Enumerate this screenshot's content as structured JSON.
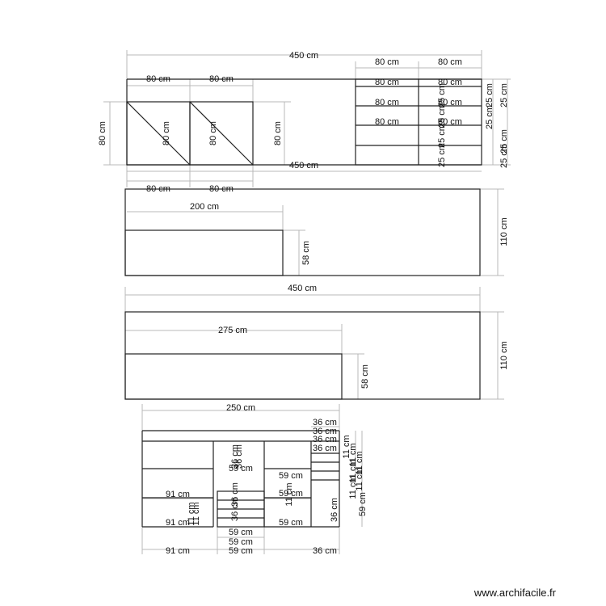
{
  "credit": "www.archifacile.fr",
  "colors": {
    "wall": "#222222",
    "dimension": "#b8b8b8",
    "text": "#111111"
  },
  "plans": [
    {
      "name": "wall-with-doors-and-drawers",
      "labels": {
        "top_total": "450 cm",
        "door_widths_top": [
          "80 cm",
          "80 cm"
        ],
        "door_widths_bottom": [
          "80 cm",
          "80 cm"
        ],
        "left_height": "80 cm",
        "door_heights": [
          "80 cm",
          "80 cm"
        ],
        "mid_height": "80 cm",
        "inner_width": "450 cm",
        "drawer_widths_top": [
          "80 cm",
          "80 cm"
        ],
        "drawer_widths_rows": [
          "80 cm",
          "80 cm",
          "80 cm",
          "80 cm",
          "80 cm",
          "80 cm"
        ],
        "drawer_heights": [
          "25 cm",
          "25 cm",
          "25 cm",
          "25 cm",
          "25 cm",
          "25 cm",
          "25 cm",
          "25 cm",
          "25 cm"
        ]
      }
    },
    {
      "name": "worktop-200",
      "labels": {
        "inner_width": "200 cm",
        "inner_height": "58 cm",
        "height": "110 cm",
        "total_width": "450 cm"
      }
    },
    {
      "name": "worktop-275",
      "labels": {
        "inner_width": "275 cm",
        "inner_height": "58 cm",
        "height": "110 cm"
      }
    },
    {
      "name": "storage-unit-250",
      "labels": {
        "total_width": "250 cm",
        "right_stack": [
          "36 cm",
          "36 cm",
          "36 cm",
          "36 cm"
        ],
        "right_heights": [
          "11 cm",
          "11 cm",
          "11 cm",
          "11 cm",
          "11 cm",
          "11 cm"
        ],
        "mid_labels": [
          "36 cm",
          "36 cm",
          "36 cm",
          "59 cm",
          "59 cm",
          "59 cm",
          "36 cm"
        ],
        "left_labels": [
          "91 cm",
          "91 cm"
        ],
        "small_heights": [
          "11 cm",
          "11 cm",
          "11 cm"
        ],
        "right_col_height": "59 cm",
        "right_col_width": "36 cm",
        "bottom_row": [
          "59 cm",
          "59 cm",
          "59 cm"
        ],
        "bottom_dims": [
          "91 cm",
          "59 cm",
          "36 cm"
        ]
      }
    }
  ]
}
